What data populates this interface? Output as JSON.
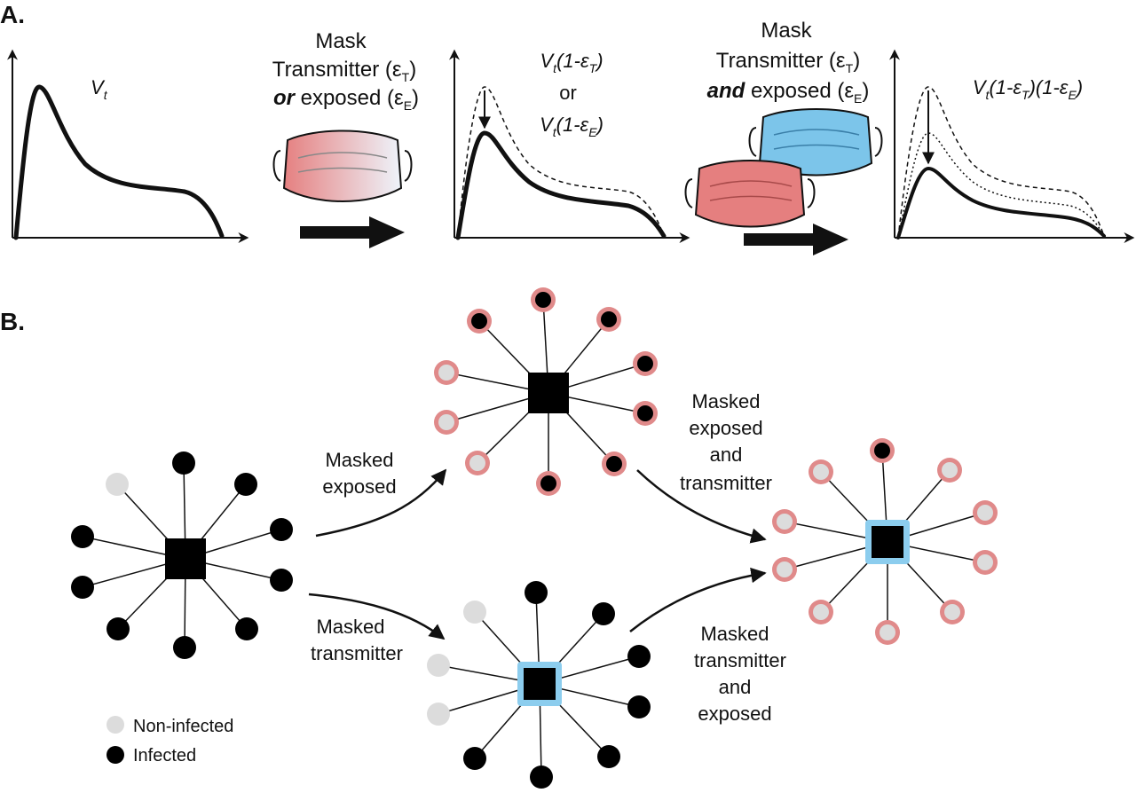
{
  "panel_a": {
    "label": "A.",
    "plot1": {
      "curve_label": "V",
      "curve_sub": "t"
    },
    "step1": {
      "line1": "Mask",
      "line2_main": "Transmitter (ε",
      "line2_sub": "T",
      "line2_end": ")",
      "line3_conj": "or",
      "line3_main": " exposed (ε",
      "line3_sub": "E",
      "line3_end": ")"
    },
    "plot2": {
      "line1_v": "V",
      "line1_sub": "t",
      "line1_rest": "(1-ε",
      "line1_sub2": "T",
      "line1_end": ")",
      "or": "or",
      "line2_v": "V",
      "line2_sub": "t",
      "line2_rest": "(1-ε",
      "line2_sub2": "E",
      "line2_end": ")"
    },
    "step2": {
      "line1": "Mask",
      "line2_main": "Transmitter (ε",
      "line2_sub": "T",
      "line2_end": ")",
      "line3_conj": "and",
      "line3_main": " exposed (ε",
      "line3_sub": "E",
      "line3_end": ")"
    },
    "plot3": {
      "v": "V",
      "sub": "t",
      "rest1": "(1-ε",
      "sub2": "T",
      "rest2": ")(1-ε",
      "sub3": "E",
      "end": ")"
    }
  },
  "panel_b": {
    "label": "B.",
    "arrow_masked_exposed": [
      "Masked",
      "exposed"
    ],
    "arrow_masked_transmitter": [
      "Masked",
      "transmitter"
    ],
    "arrow_exposed_transmitter": [
      "Masked",
      "exposed",
      "and",
      "transmitter"
    ],
    "arrow_transmitter_exposed": [
      "Masked",
      "transmitter",
      "and",
      "exposed"
    ],
    "legend": {
      "non_infected": "Non-infected",
      "infected": "Infected"
    }
  },
  "colors": {
    "infected": "#000000",
    "non_infected": "#dcdcdc",
    "mask_ring": "#e08a8a",
    "mask_red": "#e57f7f",
    "mask_blue": "#7cc5ea",
    "transmitter_border": "#8ccdee"
  },
  "networks": {
    "original": {
      "masked_transmitter": false,
      "nodes": [
        "n",
        "i",
        "i",
        "i",
        "i",
        "i",
        "i",
        "i",
        "i",
        "i"
      ],
      "rings": [
        false,
        false,
        false,
        false,
        false,
        false,
        false,
        false,
        false,
        false
      ]
    },
    "masked_exposed": {
      "masked_transmitter": false,
      "nodes": [
        "i",
        "i",
        "i",
        "i",
        "i",
        "i",
        "n",
        "n",
        "n",
        "i",
        "i",
        "n"
      ],
      "rings": [
        true,
        true,
        true,
        true,
        true,
        true,
        true,
        true,
        true,
        true,
        true,
        true
      ]
    },
    "masked_transmitter": {
      "masked_transmitter": true,
      "nodes": [
        "i",
        "i",
        "i",
        "i",
        "i",
        "i",
        "i",
        "n",
        "n",
        "n"
      ],
      "rings": [
        false,
        false,
        false,
        false,
        false,
        false,
        false,
        false,
        false,
        false
      ]
    },
    "masked_both": {
      "masked_transmitter": true,
      "nodes": [
        "i",
        "n",
        "n",
        "n",
        "n",
        "n",
        "n",
        "n",
        "n",
        "n"
      ],
      "rings": [
        true,
        true,
        true,
        true,
        true,
        true,
        true,
        true,
        true,
        true
      ]
    }
  }
}
